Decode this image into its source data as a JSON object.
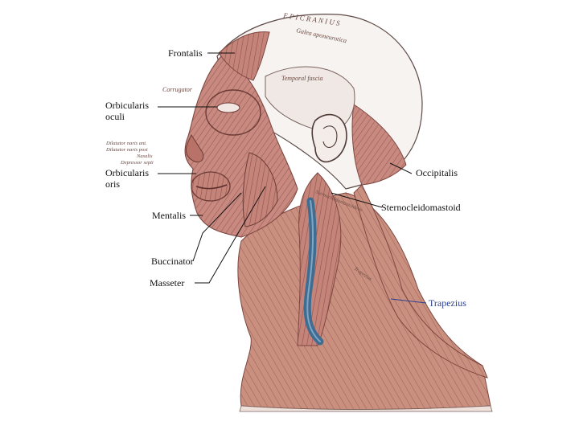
{
  "figure": {
    "labels": {
      "frontalis": "Frontalis",
      "orbicularis_oculi": "Orbicularis\noculi",
      "orbicularis_oris": "Orbicularis\noris",
      "mentalis": "Mentalis",
      "buccinator": "Buccinator",
      "masseter": "Masseter",
      "occipitalis": "Occipitalis",
      "sternocleidomastoid": "Sternocleidomastoid",
      "trapezius": "Trapezius"
    },
    "engraved_labels": {
      "epicranius": "E P I C R A N I U S",
      "galea": "Galea aponeurotica",
      "temporal_fascia": "Temporal fascia",
      "corrugator": "Corrugator",
      "dilatator_ant": "Dilatator naris ant.",
      "dilatator_post": "Dilatator naris post",
      "nasalis": "Nasalis",
      "depressor_septi": "Depressor septi",
      "sternocleidomastoideus": "Sternocleidomastoideus",
      "trapezius_engraved": "Trapezius"
    },
    "colors": {
      "muscle": "#c88a80",
      "muscle_dark": "#8d4f49",
      "aponeurosis": "#f6f3f1",
      "vein": "#3f6d92",
      "trapezius_label": "#2a3f8f"
    }
  }
}
